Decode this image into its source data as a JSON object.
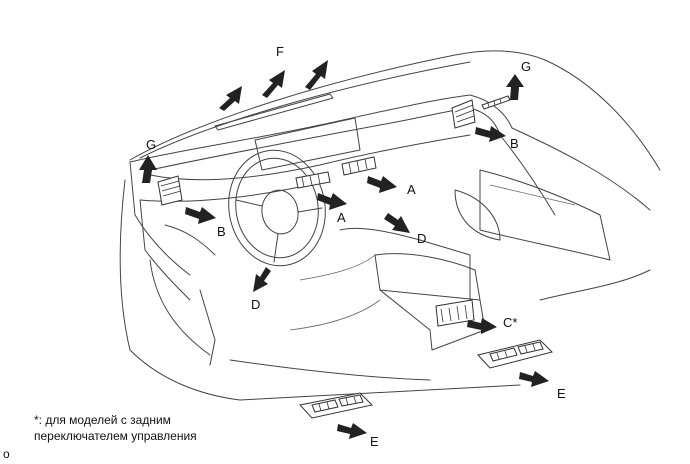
{
  "labels": {
    "F": "F",
    "G_left": "G",
    "G_right": "G",
    "A_center": "A",
    "A_lower": "A",
    "B_left": "B",
    "B_right": "B",
    "D_right": "D",
    "D_left": "D",
    "C": "C*",
    "E_right": "E",
    "E_lower": "E"
  },
  "footnote": {
    "line1": "*: для моделей с задним",
    "line2": "переключателем управления"
  },
  "corner_text": "o"
}
